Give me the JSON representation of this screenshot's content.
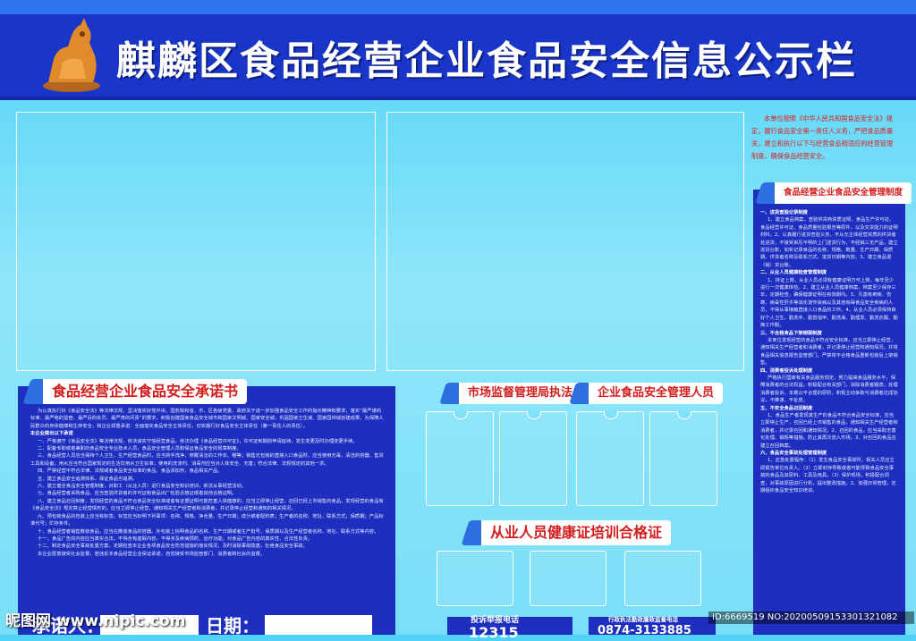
{
  "header": {
    "title": "麒麟区食品经营企业食品安全信息公示栏"
  },
  "promise": {
    "heading": "食品经营企业食品安全承诺书",
    "intro": "为认真执行好《食品安全法》等法律法规，坚决落实好党中央、国务院和省、市、区各级党委、政府关于进一步加强食品安全工作的指示精神和要求，落实“最严谨的标准、最严格的监管、最严厉的处罚、最严肃的问责”的要求，积极创建国家食品安全城市和国家文明城、国家安全城，巩固国家卫生城、国家园林城创建成果，为保障人民群众的身体健康和生命安全，我企业郑重承诺：全面落实食品安全主体责任，切实履行好食品安全主体责任（第一责任人的责任）。",
    "sub_heading": "本企业做出以下承诺",
    "items": [
      "一、严格遵守《食品安全法》等法律法规，依法诚实守信经营食品，依法办理《食品经营许可证》，许可证到期前申请延续，发生变更及时办理变更手续。",
      "二、配备专职或者兼职的食品安全专业技术人员，食品安全管理人员和保证食品安全的规章制度。",
      "三、食品经营人员应当保持个人卫生，生产经营食品时，应当将手洗净，穿戴清洁的工作衣、帽等；销售无包装的直接入口食品时，应当使用无毒、清洁的容器、售货工具和设备；用水应当符合国家规定的生活饮用水卫生标准；使用的洗涤剂、消毒剂应当对人体安全、无害；符合法律、法规规定的其他一求。",
      "四、严禁经营不符合法律、法规或者食品安全标准的食品、食品添加剂，食品相关产品。",
      "五、建立食品安全追溯体系，保证食品可追溯。",
      "六、建立健全食品安全管理制度，对职工（从业人员）进行食品安全知识培训，依法从事经营活动。",
      "七、食品经营者采购食品，应当查验供货者的许可证和食品出厂检验合格证或者其他合格证明。",
      "八、建立食品召回制度，发现经营的食品不符合食品安全标准或者有证据证明可能危害人体健康的，应当立即停止经营，召回已经上市销售的食品，发现经营的食品有《食品安全法》规定禁止经营情形的，应当立即停止经营，通知相关生产经营者和消费者，并记录停止经营和通知的相关情况。",
      "九、预包装食品的包装上应当有标签。标签应当标明下列事项：名称、规格、净含量、生产日期；成分或者配料表；生产者的名称、地址、联系方式；保质期；产品标准代号；贮存条件。",
      "十、食品经营者销售散装食品，应当在散装食品的容器、外包装上标明食品的名称、生产日期或者生产批号、保质期以及生产经营者名称、地址、联系方式等内容。",
      "十一、食品广告的内容应当真实合法，不得含有虚假内容，不得涉及疾病预防、治疗功能。对食品广告内容的真实性、合法性负责。",
      "十二、制定食品安全事故处置方案，定期检查本企业各项食品安全防范措施的落实情况，及时消除事故隐患，杜绝食品安全事故。",
      "本企业愿意接受社会监督，若违反本食品经营企业保证承诺，自觉接受市场监管部门、消费者和社会的监督。"
    ],
    "signer_label": "承诺人：",
    "date_label": "日期："
  },
  "officers": {
    "regulator_heading": "市场监督管理局执法人员",
    "enterprise_heading": "企业食品安全管理人员"
  },
  "health": {
    "heading": "从业人员健康证培训合格证"
  },
  "hotlines": {
    "complaint_label": "投诉举报电话",
    "complaint_number": "12315",
    "admin_label": "行政执法勤政廉政监督电话",
    "admin_number": "0874-3133885"
  },
  "intro_right": "本单位按照《中华人民共和国食品安全法》规定，履行食品安全第一责任人义务，严把食品质量关，建立和执行以下与经营食品相适应的经营管理制度，确保食品经营安全。",
  "management": {
    "heading": "食品经营企业食品安全管理制度",
    "sections": [
      {
        "title": "一、进货查验记录制度",
        "body": "1、建立食品档案，查验供货商资质证照，食品生产许可证、食品经营许可证、食品质量检验报告等原件，以及交货能力的证明材料。2、认真履行进货查验义务，不从无主体经营资质的供货者处进货，不接受来历不明的上门送货行为，不经销三无产品，建立进货台账，如实记录食品的名称、规格、数量、生产日期、保质期、供货者名称及联系方式、进货日期等内容。3、建立食品退（销）货台账。"
      },
      {
        "title": "二、从业人员健康检查管理制度",
        "body": "1、持证上岗，从业人员必须有健康证明方可上岗，每年至少进行一次健康体检。2、建立从业人员健康档案，档案至少保存三年，定期检查，确保健康证明在有效期内。3、凡患有痢疾、伤寒、病毒性肝炎等消化道传染病以及其他有碍食品安全疾病的人员，不得从事接触直接入口食品的工作。4、从业人员必须保持良好个人卫生，勤洗手、勤剪指甲、勤洗澡、勤理发、勤洗衣服、勤换工作服。"
      },
      {
        "title": "三、不合格食品下架销毁制度",
        "body": "本单位发现经营的食品不符合安全标准，应当立即停止经营，通知相关生产经营者和消费者，并记录停止经营和通知情况，并将食品相关信息报告监管部门。严禁将不合格食品重新包装后上架销售。"
      },
      {
        "title": "四、消费者投诉处理制度",
        "body": "严格执行国家有关食品服务规定，努力提高食品服务水平，保障消费者的合法权益。积极配合有关部门，消除消费者疑虑，处理消费者投诉，本着公平合理的原则，积极主动争取与消费者达成协议，不推诿、不扯皮。"
      },
      {
        "title": "五、不安全食品召回制度",
        "body": "1、食品生产者发现其生产的食品不符合食品安全标准，应当立即停止生产，召回已经上市销售的食品，通知相关生产经营者和消费者，并记录召回和通知情况。2、召回的食品，应当采取无害化处理、销毁等措施，防止其再次流入市场。3、对召回的食品应建立召回档案。"
      },
      {
        "title": "六、食品安全事故处理管理制度",
        "body": "1、应急处置程序：（1）发生食品安全事故时，相关人员应立即报告单位负责人。（2）立即封存导致或者可能导致食品安全事故的食品及其原料、工具及用具。（3）保护现场，积极配合调查，对事故原因进行分析，提出整改措施。2、加强日常管理，定期组织食品安全知识培训。"
      }
    ]
  },
  "watermark": {
    "left": "昵图网 www.nipic.com",
    "right": "ID:6669519 NO:20200509153301321082"
  },
  "colors": {
    "header": "#1a36c8",
    "panel": "#1e2fbf",
    "accent_red": "#d41c1c",
    "background": "#6fdcf7"
  }
}
